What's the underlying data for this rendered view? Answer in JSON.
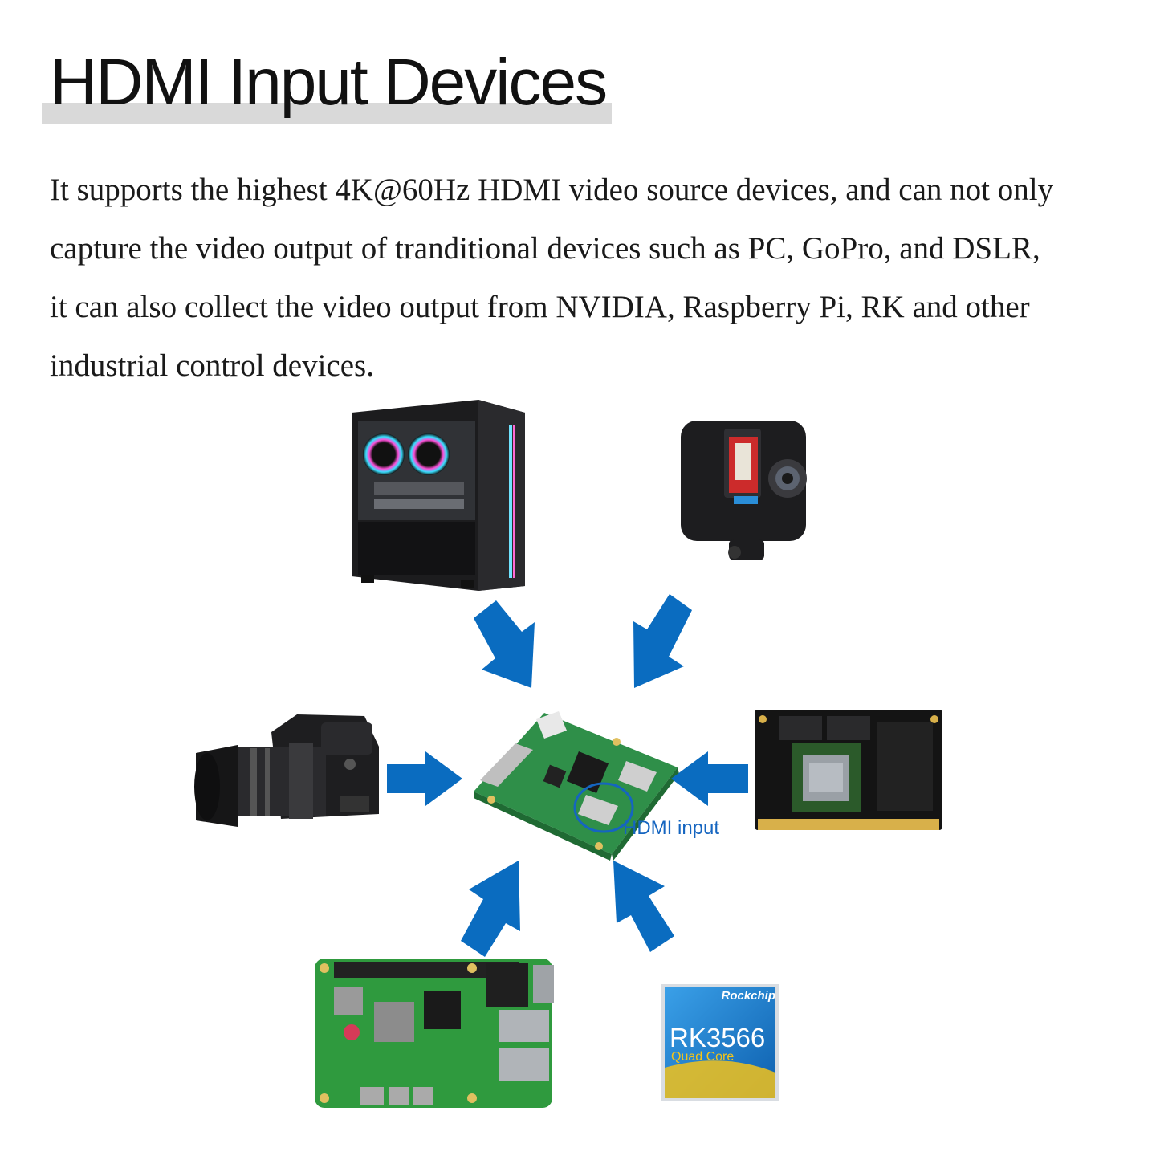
{
  "title": "HDMI Input Devices",
  "intro_lines": [
    "It supports the highest 4K@60Hz HDMI video source devices, and can not only",
    "capture the video output of tranditional devices such as PC, GoPro, and DSLR,",
    "it can also collect the video output from NVIDIA, Raspberry Pi, RK and other",
    "industrial control devices."
  ],
  "callout_label": "HDMI input",
  "rockchip": {
    "brand": "Rockchip",
    "model": "RK3566",
    "subtitle": "Quad Core"
  },
  "colors": {
    "arrow": "#0a6cc0",
    "callout": "#1565c0",
    "title_bar": "#d9d9d9",
    "pcb_green": "#2e8b3e",
    "rk_blue": "#1b7fd0"
  },
  "icons": [
    "pc-tower-icon",
    "action-camera-icon",
    "dslr-camera-icon",
    "capture-board-icon",
    "nvidia-module-icon",
    "raspberry-pi-icon",
    "rockchip-chip-icon"
  ]
}
